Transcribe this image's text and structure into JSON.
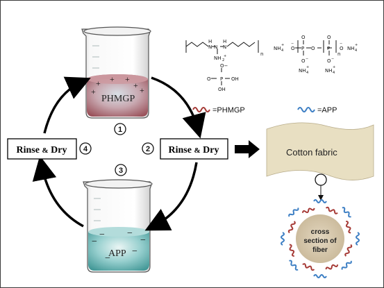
{
  "colors": {
    "frame": "#3a3a3a",
    "panel": "#ffffff",
    "phmgp_liquid": "#a4565f",
    "app_liquid": "#4aa3a3",
    "fabric": "#e8dfc2",
    "fiber_core": "#d9cbb0",
    "phmgp_coil": "#a63a36",
    "app_coil": "#3d7fc4",
    "arrow": "#000000"
  },
  "beakers": {
    "top": {
      "label": "PHMGP",
      "charge_sign": "+"
    },
    "bottom": {
      "label": "APP",
      "charge_sign": "−"
    }
  },
  "steps": {
    "one": "1",
    "two": "2",
    "three": "3",
    "four": "4"
  },
  "boxes": {
    "left": {
      "word1": "Rinse",
      "amp": "&",
      "word2": "Dry"
    },
    "right": {
      "word1": "Rinse",
      "amp": "&",
      "word2": "Dry"
    }
  },
  "structures": {
    "phmgp": {
      "n": "n",
      "nh_left": "H",
      "nh_right": "H",
      "n_left": "N",
      "n_right": "N",
      "nh2": "NH",
      "nh2_sub": "2",
      "plus": "+",
      "o_top": "O",
      "p": "P",
      "oh_right": "OH",
      "oh_bottom": "OH",
      "o_minus": "−",
      "dash_o": "O−"
    },
    "app": {
      "nh4": "NH",
      "four": "4",
      "plus": "+",
      "o": "O",
      "p": "P",
      "n": "n",
      "minus": "−"
    }
  },
  "legend": {
    "phmgp": "=PHMGP",
    "app": "=APP"
  },
  "fabric": {
    "label": "Cotton fabric"
  },
  "fiber": {
    "line1": "cross",
    "line2": "section of",
    "line3": "fiber"
  }
}
